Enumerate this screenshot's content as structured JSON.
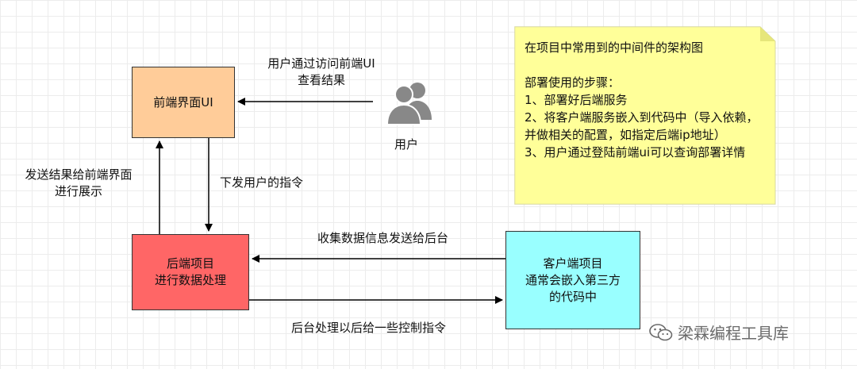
{
  "boxes": {
    "frontend": {
      "lines": [
        "前端界面UI"
      ]
    },
    "backend": {
      "lines": [
        "后端项目",
        "进行数据处理"
      ]
    },
    "client": {
      "lines": [
        "客户端项目",
        "通常会嵌入第三方",
        "的代码中"
      ]
    }
  },
  "labels": {
    "user_access": [
      "用户通过访问前端UI",
      "查看结果"
    ],
    "send_result": [
      "发送结果给前端界面",
      "进行展示"
    ],
    "send_command": "下发用户的指令",
    "collect_data": "收集数据信息发送给后台",
    "control_command": "后台处理以后给一些控制指令",
    "user": "用户"
  },
  "note": {
    "text": "在项目中常用到的中间件的架构图\n\n部署使用的步骤：\n1、部署好后端服务\n2、将客户端服务嵌入到代码中（导入依赖，并做相关的配置，如指定后端ip地址）\n3、用户通过登陆前端ui可以查询部署详情"
  },
  "watermark": {
    "text": "梁霖编程工具库"
  },
  "colors": {
    "frontend_fill": "#FFCC99",
    "backend_fill": "#FF6666",
    "client_fill": "#99FFFF",
    "note_fill": "#FFFF99",
    "icon_gray": "#888888"
  }
}
